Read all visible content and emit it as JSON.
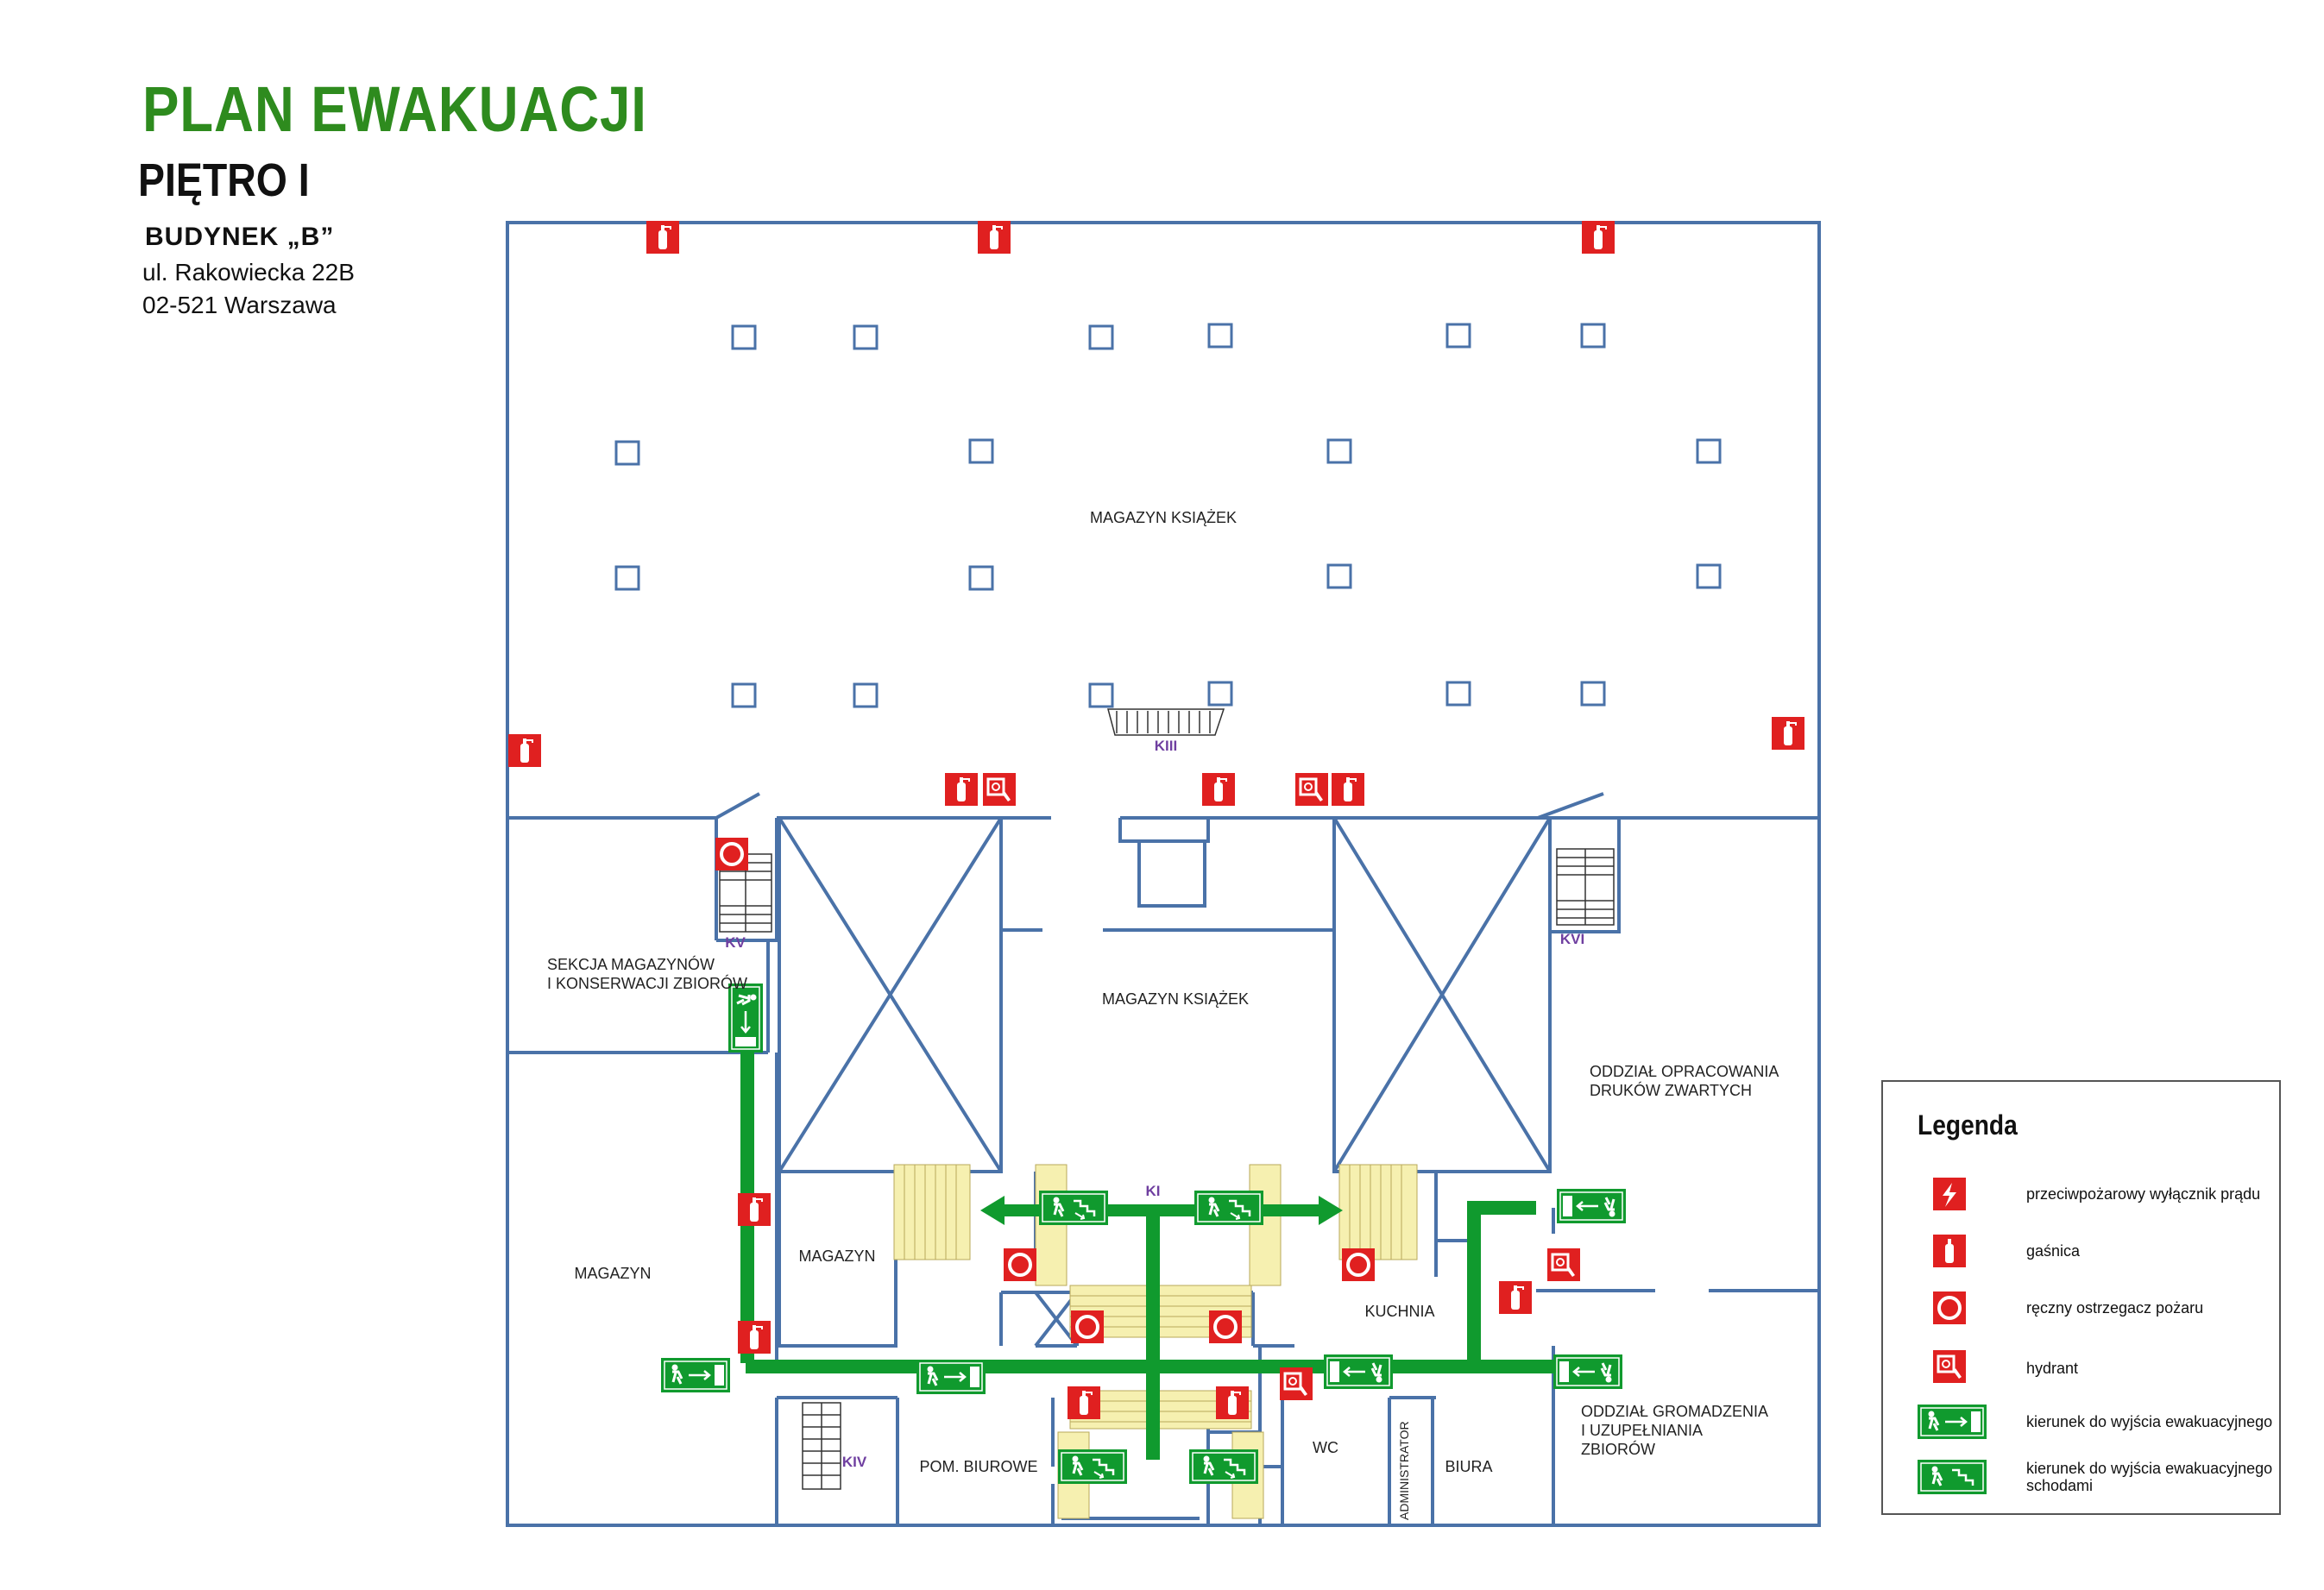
{
  "header": {
    "title": "PLAN EWAKUACJI",
    "floor": "PIĘTRO I",
    "building": "BUDYNEK „B”",
    "street": "ul. Rakowiecka 22B",
    "city": "02-521 Warszawa"
  },
  "rooms": {
    "magazyn_ksiazek_top": "MAGAZYN KSIĄŻEK",
    "magazyn_ksiazek_center": "MAGAZYN KSIĄŻEK",
    "sekcja_line1": "SEKCJA MAGAZYNÓW",
    "sekcja_line2": "I KONSERWACJI ZBIORÓW",
    "magazyn_left": "MAGAZYN",
    "magazyn_small": "MAGAZYN",
    "kuchnia": "KUCHNIA",
    "pom_biurowe": "POM. BIUROWE",
    "wc": "WC",
    "administrator": "ADMINISTRATOR",
    "biura": "BIURA",
    "oddzial_opr_line1": "ODDZIAŁ OPRACOWANIA",
    "oddzial_opr_line2": "DRUKÓW ZWARTYCH",
    "oddzial_grom_line1": "ODDZIAŁ GROMADZENIA",
    "oddzial_grom_line2": "I UZUPEŁNIANIA",
    "oddzial_grom_line3": "ZBIORÓW"
  },
  "stairs": {
    "k1": "KI",
    "k3": "KIII",
    "k4": "KIV",
    "k5": "KV",
    "k6": "KVI"
  },
  "legend": {
    "title": "Legenda",
    "items": [
      {
        "icon": "power-switch-icon",
        "label": "przeciwpożarowy wyłącznik prądu"
      },
      {
        "icon": "extinguisher-icon",
        "label": "gaśnica"
      },
      {
        "icon": "fire-alarm-icon",
        "label": "ręczny ostrzegacz pożaru"
      },
      {
        "icon": "hydrant-icon",
        "label": "hydrant"
      },
      {
        "icon": "exit-direction-icon",
        "label": "kierunek do wyjścia ewakuacyjnego"
      },
      {
        "icon": "exit-stairs-icon",
        "label": "kierunek do wyjścia ewakuacyjnego schodami"
      }
    ]
  },
  "colors": {
    "wall": "#4a72a8",
    "route": "#109a2e",
    "fire": "#e02020",
    "title": "#2e8b1e",
    "stairs_fill": "#f6f0b0"
  }
}
